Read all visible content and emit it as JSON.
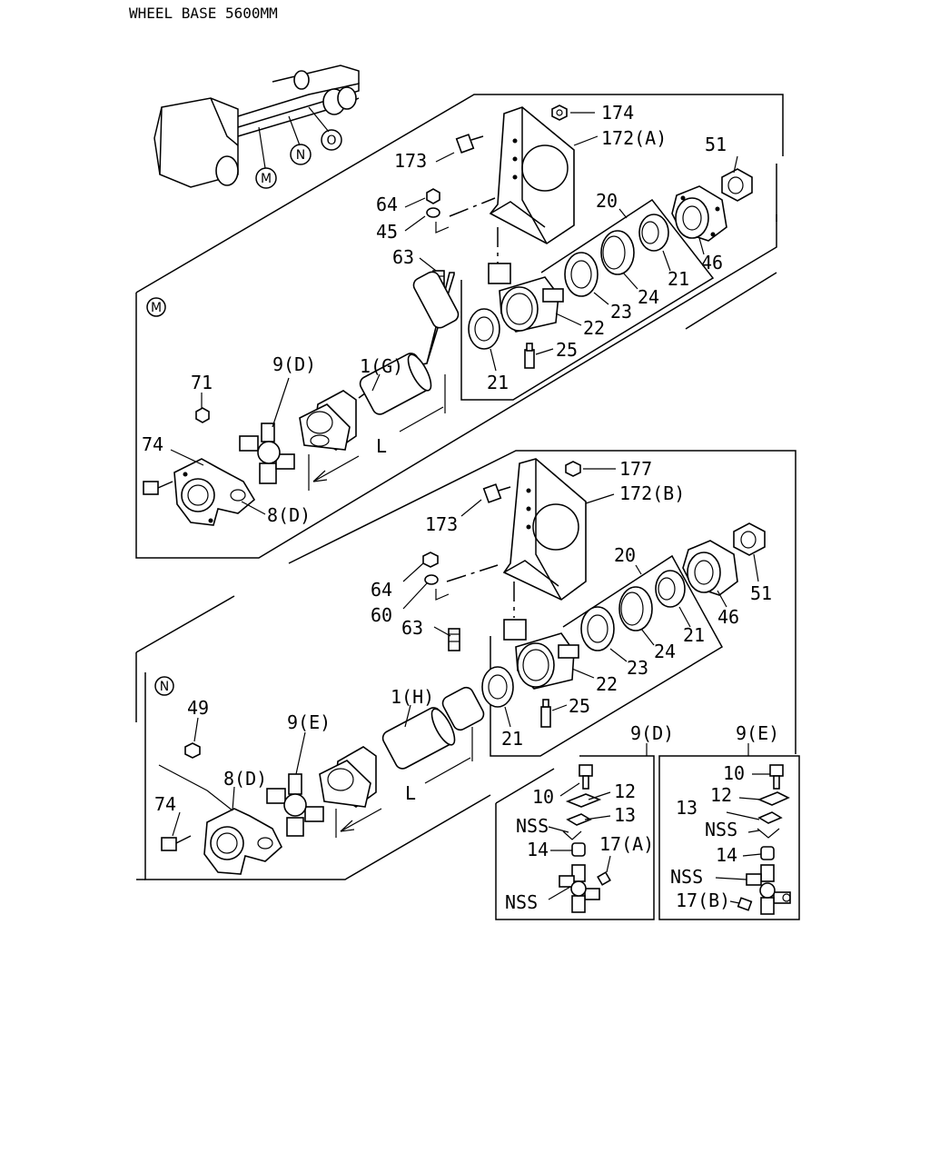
{
  "title": "WHEEL BASE 5600MM",
  "markers": {
    "m": "M",
    "n": "N",
    "o": "O"
  },
  "section_m": {
    "labels": {
      "p174": "174",
      "p173": "173",
      "p172": "172(A)",
      "p51": "51",
      "p64": "64",
      "p45": "45",
      "p20": "20",
      "p63": "63",
      "p46": "46",
      "p21a": "21",
      "p24": "24",
      "p23": "23",
      "p22": "22",
      "p25": "25",
      "p21b": "21",
      "p1": "1(G)",
      "p9": "9(D)",
      "p71": "71",
      "p74": "74",
      "len": "L",
      "p8": "8(D)"
    }
  },
  "section_n": {
    "labels": {
      "p177": "177",
      "p173": "173",
      "p172": "172(B)",
      "p20": "20",
      "p64": "64",
      "p60": "60",
      "p63": "63",
      "p51": "51",
      "p46": "46",
      "p21a": "21",
      "p24": "24",
      "p23": "23",
      "p22": "22",
      "p25": "25",
      "p21b": "21",
      "p1": "1(H)",
      "p49": "49",
      "p9": "9(E)",
      "p8": "8(D)",
      "len": "L",
      "p74": "74"
    }
  },
  "detail_d": {
    "title": "9(D)",
    "labels": {
      "p10": "10",
      "p12": "12",
      "p13": "13",
      "nss1": "NSS",
      "p14": "14",
      "p17": "17(A)",
      "nss2": "NSS"
    }
  },
  "detail_e": {
    "title": "9(E)",
    "labels": {
      "p10": "10",
      "p12": "12",
      "p13": "13",
      "nss1": "NSS",
      "p14": "14",
      "nss2": "NSS",
      "p17": "17(B)"
    }
  }
}
